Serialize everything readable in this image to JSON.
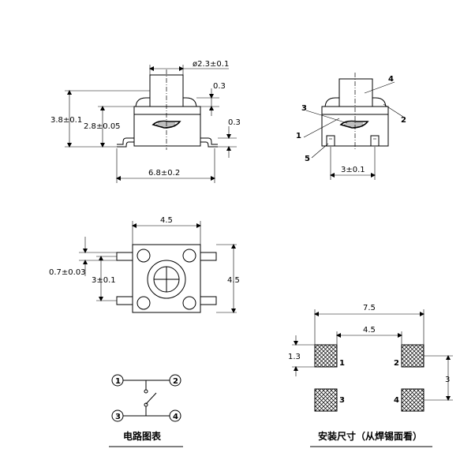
{
  "side_view": {
    "dim_diameter": "ø2.3±0.1",
    "dim_top_gap": "0.3",
    "dim_pin_thick": "0.3",
    "dim_total_height": "3.8±0.1",
    "dim_body_height": "2.8±0.05",
    "dim_width": "6.8±0.2"
  },
  "callout_view": {
    "labels": [
      "1",
      "2",
      "3",
      "4",
      "5"
    ],
    "dim_pin_pitch": "3±0.1"
  },
  "top_view": {
    "dim_body_width": "4.5",
    "dim_body_height": "4.5",
    "dim_pin_width": "0.7±0.03",
    "dim_pin_pitch": "3±0.1"
  },
  "circuit": {
    "pins": [
      "1",
      "2",
      "3",
      "4"
    ],
    "caption": "电路图表"
  },
  "footprint": {
    "dim_outer": "7.5",
    "dim_inner": "4.5",
    "dim_pad": "1.3",
    "dim_vertical": "3",
    "pad_labels": [
      "1",
      "2",
      "3",
      "4"
    ],
    "caption": "安装尺寸（从焊锡面看）"
  }
}
